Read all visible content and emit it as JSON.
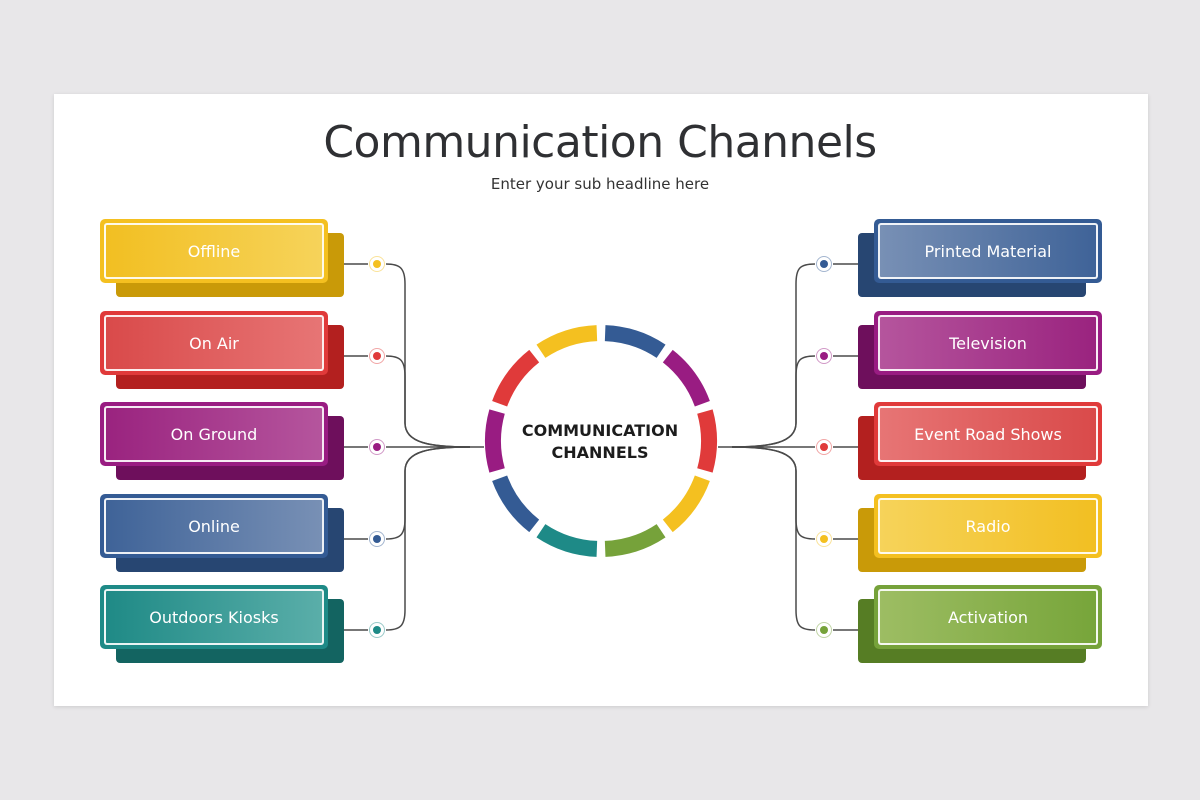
{
  "title": "Communication Channels",
  "subtitle": "Enter your sub headline here",
  "center": {
    "line1": "COMMUNICATION",
    "line2": "CHANNELS"
  },
  "left_items": [
    {
      "label": "Offline",
      "color": "#f4c020",
      "dark": "#c99a08",
      "grad_from": "#f2bf22",
      "grad_to": "#f6d35a"
    },
    {
      "label": "On Air",
      "color": "#e03a3a",
      "dark": "#b3201f",
      "grad_from": "#d94a4a",
      "grad_to": "#e77575"
    },
    {
      "label": "On Ground",
      "color": "#991c82",
      "dark": "#6e0f5c",
      "grad_from": "#9a237f",
      "grad_to": "#b5559d"
    },
    {
      "label": "Online",
      "color": "#345b94",
      "dark": "#274672",
      "grad_from": "#3f6398",
      "grad_to": "#7890b5"
    },
    {
      "label": "Outdoors Kiosks",
      "color": "#1e8a87",
      "dark": "#136461",
      "grad_from": "#1f8a86",
      "grad_to": "#5aaea9"
    }
  ],
  "right_items": [
    {
      "label": "Printed Material",
      "color": "#345b94",
      "dark": "#274672",
      "grad_from": "#7890b5",
      "grad_to": "#3f6398"
    },
    {
      "label": "Television",
      "color": "#991c82",
      "dark": "#6e0f5c",
      "grad_from": "#b5559d",
      "grad_to": "#9a237f"
    },
    {
      "label": "Event Road Shows",
      "color": "#e03a3a",
      "dark": "#b3201f",
      "grad_from": "#e77575",
      "grad_to": "#d94a4a"
    },
    {
      "label": "Radio",
      "color": "#f4c020",
      "dark": "#c99a08",
      "grad_from": "#f6d35a",
      "grad_to": "#f2bf22"
    },
    {
      "label": "Activation",
      "color": "#76a23a",
      "dark": "#567d24",
      "grad_from": "#9dbd63",
      "grad_to": "#77a53a"
    }
  ],
  "ring_segments": [
    "#345b94",
    "#991c82",
    "#e03a3a",
    "#f4c020",
    "#76a23a",
    "#1e8a87",
    "#345b94",
    "#991c82",
    "#e03a3a",
    "#f4c020"
  ],
  "wire_color": "#4a4a4a"
}
